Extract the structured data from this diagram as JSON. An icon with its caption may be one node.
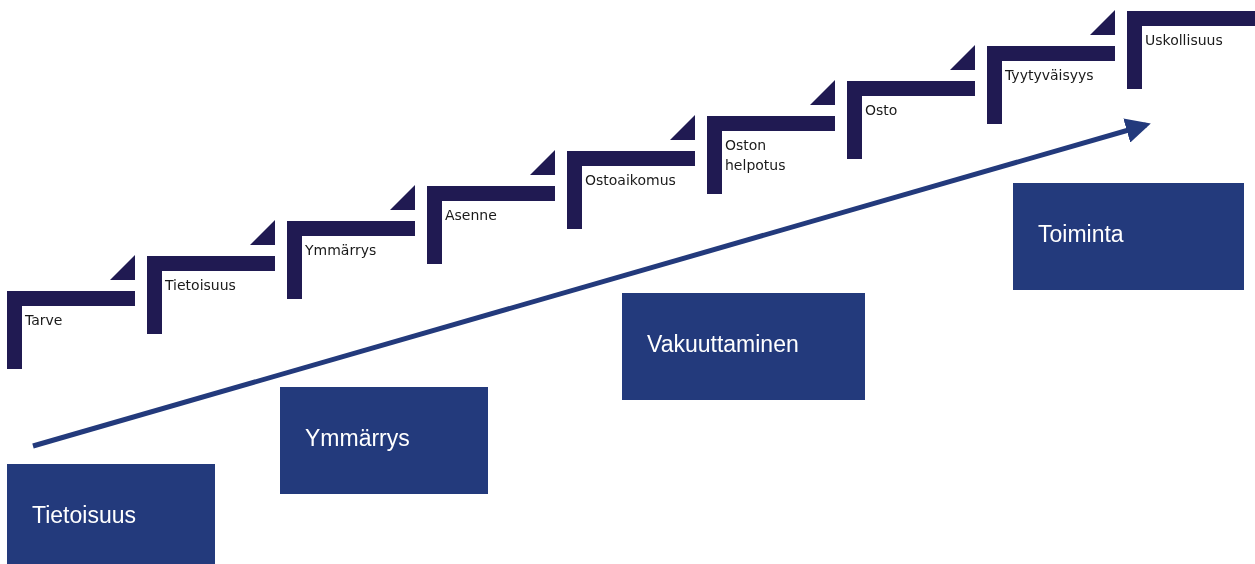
{
  "diagram": {
    "nodes": [
      {
        "text": [
          "Tarve"
        ]
      },
      {
        "text": [
          "Tietoisuus"
        ]
      },
      {
        "text": [
          "Ymmärrys"
        ]
      },
      {
        "text": [
          "Asenne"
        ]
      },
      {
        "text": [
          "Ostoaikomus"
        ]
      },
      {
        "text": [
          "Oston helpotus"
        ]
      },
      {
        "text": [
          "Osto"
        ]
      },
      {
        "text": [
          "Tyytyväisyys"
        ]
      },
      {
        "text": [
          "Uskollisuus"
        ]
      },
      {
        "text": [
          "Tietoisuus"
        ]
      },
      {
        "text": [
          "Ymmärrys"
        ]
      },
      {
        "text": [
          "Vakuuttaminen"
        ]
      },
      {
        "text": [
          "Toiminta"
        ]
      }
    ],
    "edges": [
      {
        "from": 1,
        "to": 0,
        "arrow": "to"
      },
      {
        "from": 2,
        "to": 1,
        "arrow": "to"
      },
      {
        "from": 3,
        "to": 2,
        "arrow": "to"
      },
      {
        "from": 4,
        "to": 3,
        "arrow": "to"
      },
      {
        "from": 5,
        "to": 4,
        "arrow": "to"
      },
      {
        "from": 6,
        "to": 5,
        "arrow": "to"
      },
      {
        "from": 7,
        "to": 6,
        "arrow": "to"
      },
      {
        "from": 8,
        "to": 7,
        "arrow": "to"
      }
    ]
  }
}
